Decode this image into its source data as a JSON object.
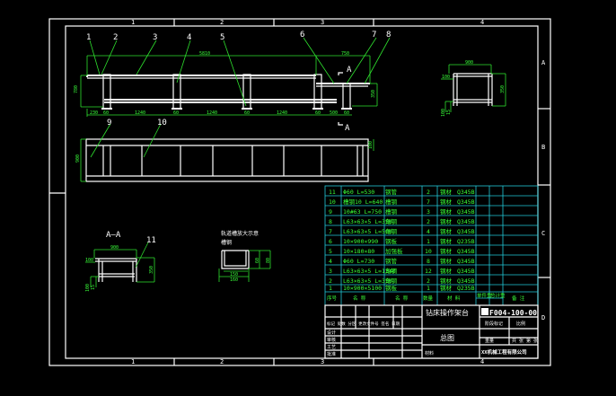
{
  "drawing": {
    "title": "钻床操作架台",
    "drawing_number": "F004-100-00",
    "sheet_name": "总图",
    "colors": {
      "background": "#000000",
      "frame": "#ffffff",
      "dimension": "#2ee02e",
      "table_grid": "#22c8d8"
    }
  },
  "frame": {
    "col_zones": [
      "1",
      "2",
      "3",
      "4"
    ],
    "row_zones": [
      "A",
      "B",
      "C",
      "D"
    ]
  },
  "main_view": {
    "balloons": [
      "1",
      "2",
      "3",
      "4",
      "5",
      "6",
      "7",
      "8"
    ],
    "overall_length": "5810",
    "right_top_dim": "750",
    "height_dim": "780",
    "right_height_dim": "350",
    "bottom_dims": [
      "230",
      "60",
      "1240",
      "60",
      "1240",
      "60",
      "1240",
      "60",
      "500",
      "60"
    ],
    "section_mark": "A"
  },
  "plan_view": {
    "balloons": [
      "9",
      "10"
    ],
    "width_dim": "900",
    "right_dim": "100"
  },
  "side_view": {
    "top_dim": "900",
    "left_dim": "100",
    "height_dim": "350",
    "bottom_dims": [
      "100",
      "15"
    ]
  },
  "section_view": {
    "title": "A—A",
    "balloon": "11",
    "top_dim": "900",
    "left_dim": "100",
    "height_dim": "350",
    "bottom_dims": [
      "100",
      "15"
    ]
  },
  "detail_view": {
    "title": "轨道槽放大示意",
    "subtitle": "槽钢",
    "dims": [
      "150",
      "160",
      "60",
      "80"
    ]
  },
  "bom": {
    "headers": [
      "序号",
      "名 称",
      "名 称",
      "数量",
      "材 料",
      "单件重",
      "总计重",
      "备 注"
    ],
    "rows": [
      {
        "no": "11",
        "spec": "Φ60   L=530",
        "name": "钢管",
        "qty": "2",
        "material_cn": "钢材",
        "material": "Q345B"
      },
      {
        "no": "10",
        "spec": "槽钢10   L=640",
        "name": "槽钢",
        "qty": "7",
        "material_cn": "钢材",
        "material": "Q345B"
      },
      {
        "no": "9",
        "spec": "10#63   L=750",
        "name": "槽钢",
        "qty": "3",
        "material_cn": "钢材",
        "material": "Q345B"
      },
      {
        "no": "8",
        "spec": "L63×63×5 L=350",
        "name": "角钢",
        "qty": "2",
        "material_cn": "钢材",
        "material": "Q345B"
      },
      {
        "no": "7",
        "spec": "L63×63×5 L=500",
        "name": "角钢",
        "qty": "4",
        "material_cn": "钢材",
        "material": "Q345B"
      },
      {
        "no": "6",
        "spec": "10×900×990",
        "name": "钢板",
        "qty": "1",
        "material_cn": "钢材",
        "material": "Q235B"
      },
      {
        "no": "5",
        "spec": "10×180×80",
        "name": "加强板",
        "qty": "10",
        "material_cn": "钢材",
        "material": "Q345B"
      },
      {
        "no": "4",
        "spec": "Φ60   L=730",
        "name": "钢管",
        "qty": "8",
        "material_cn": "钢材",
        "material": "Q345B"
      },
      {
        "no": "3",
        "spec": "L63×63×5 L=1340",
        "name": "角钢",
        "qty": "12",
        "material_cn": "钢材",
        "material": "Q345B"
      },
      {
        "no": "2",
        "spec": "L63×63×5 L=350",
        "name": "角钢",
        "qty": "2",
        "material_cn": "钢材",
        "material": "Q345B"
      },
      {
        "no": "1",
        "spec": "10×900×5100",
        "name": "钢板",
        "qty": "1",
        "material_cn": "钢材",
        "material": "Q235B"
      }
    ]
  },
  "title_block": {
    "row_labels": [
      "标记 处数 分区 更改文件号 签名 日期",
      "设计",
      "审核",
      "工艺",
      "批准"
    ],
    "stage_label": "阶段标记",
    "scale_label": "比例",
    "weight_label": "重量",
    "sheet_label": "共 张 第 张",
    "material_label": "材料",
    "company": "XX机械工程有限公司"
  }
}
